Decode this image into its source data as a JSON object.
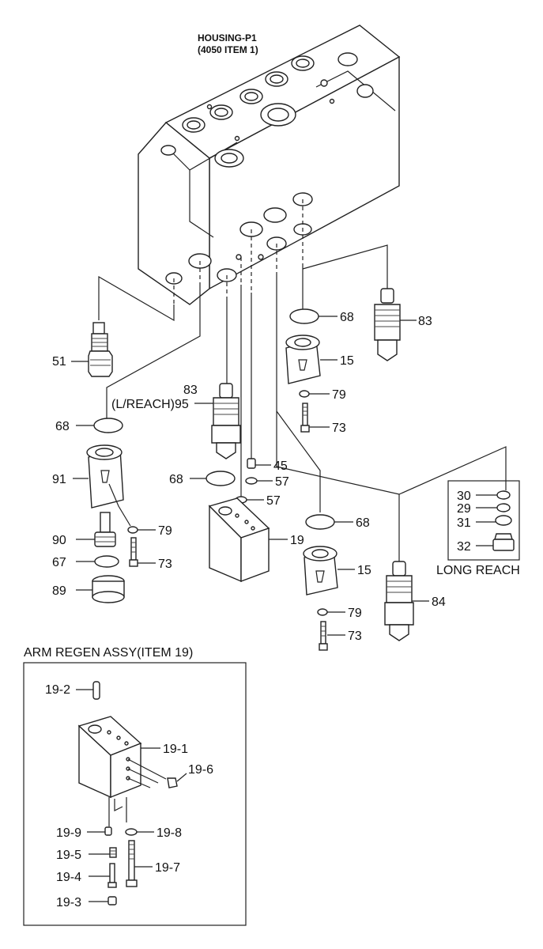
{
  "header": {
    "title_line1": "HOUSING-P1",
    "title_line2": "(4050 ITEM 1)"
  },
  "callouts": {
    "c51": "51",
    "c68_top": "68",
    "c83_right": "83",
    "c15_top": "15",
    "c79_top": "79",
    "c73_top": "73",
    "c83_left": "83",
    "c95": "(L/REACH)95",
    "c68_left": "68",
    "c91": "91",
    "c79_left": "79",
    "c90": "90",
    "c67": "67",
    "c73_left": "73",
    "c89": "89",
    "c45": "45",
    "c57_a": "57",
    "c68_mid": "68",
    "c57_b": "57",
    "c19": "19",
    "c68_right": "68",
    "c15_bottom": "15",
    "c79_bottom": "79",
    "c73_bottom": "73",
    "c84": "84",
    "c30": "30",
    "c29": "29",
    "c31": "31",
    "c32": "32"
  },
  "long_reach": {
    "label": "LONG REACH"
  },
  "arm_regen": {
    "title": "ARM REGEN ASSY(ITEM 19)",
    "c19_2": "19-2",
    "c19_1": "19-1",
    "c19_6": "19-6",
    "c19_9": "19-9",
    "c19_8": "19-8",
    "c19_5": "19-5",
    "c19_4": "19-4",
    "c19_7": "19-7",
    "c19_3": "19-3"
  }
}
